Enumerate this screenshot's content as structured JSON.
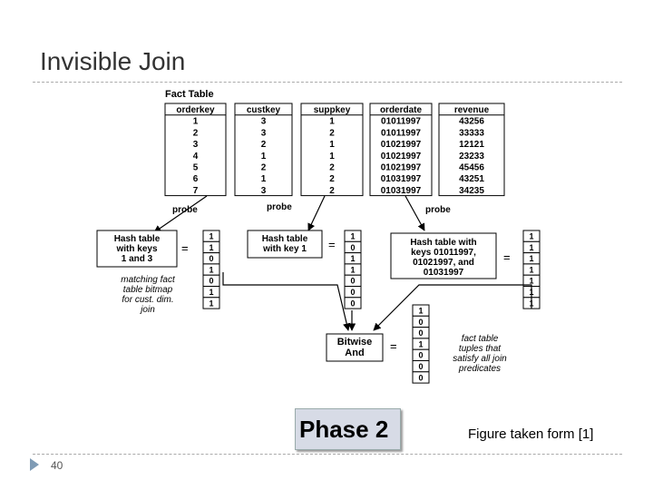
{
  "slide": {
    "title": "Invisible Join",
    "page_number": "40",
    "phase_label": "Phase 2",
    "caption": "Figure taken form [1]"
  },
  "diagram": {
    "fact_table_title": "Fact Table",
    "columns": [
      "orderkey",
      "custkey",
      "suppkey",
      "orderdate",
      "revenue"
    ],
    "rows": [
      [
        "1",
        "3",
        "1",
        "01011997",
        "43256"
      ],
      [
        "2",
        "3",
        "2",
        "01011997",
        "33333"
      ],
      [
        "3",
        "2",
        "1",
        "01021997",
        "12121"
      ],
      [
        "4",
        "1",
        "1",
        "01021997",
        "23233"
      ],
      [
        "5",
        "2",
        "2",
        "01021997",
        "45456"
      ],
      [
        "6",
        "1",
        "2",
        "01031997",
        "43251"
      ],
      [
        "7",
        "3",
        "2",
        "01031997",
        "34235"
      ]
    ],
    "probe_labels": [
      "probe",
      "probe",
      "probe"
    ],
    "hash1_lines": [
      "Hash table",
      "with keys",
      "1 and 3"
    ],
    "hash2_lines": [
      "Hash table",
      "with key 1"
    ],
    "hash3_lines": [
      "Hash table with",
      "keys 01011997,",
      "01021997, and",
      "01031997"
    ],
    "bitmap1": [
      "1",
      "1",
      "0",
      "1",
      "0",
      "1",
      "1"
    ],
    "bitmap2": [
      "1",
      "0",
      "1",
      "1",
      "0",
      "0",
      "0"
    ],
    "bitmap3": [
      "1",
      "1",
      "1",
      "1",
      "1",
      "1",
      "1"
    ],
    "result_bitmap": [
      "1",
      "0",
      "0",
      "1",
      "0",
      "0",
      "0"
    ],
    "equals": "=",
    "note_left": [
      "matching fact",
      "table bitmap",
      "for cust. dim.",
      "join"
    ],
    "bitwise_lines": [
      "Bitwise",
      "And"
    ],
    "note_right": [
      "fact table",
      "tuples that",
      "satisfy all join",
      "predicates"
    ]
  }
}
